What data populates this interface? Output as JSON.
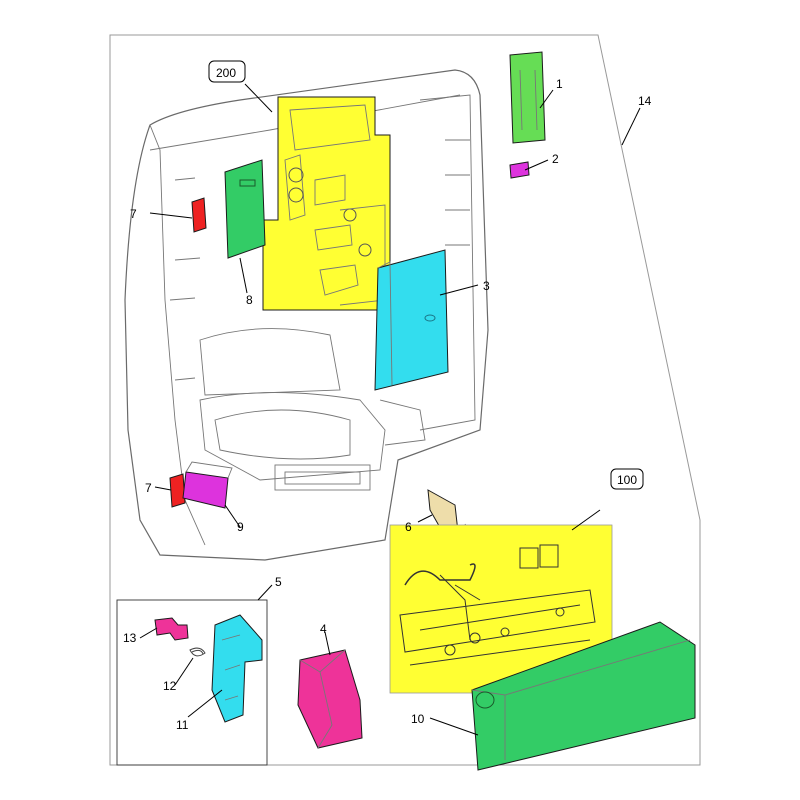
{
  "callouts": {
    "p1": "1",
    "p2": "2",
    "p3": "3",
    "p4": "4",
    "p5": "5",
    "p6": "6",
    "p7a": "7",
    "p7b": "7",
    "p8": "8",
    "p9": "9",
    "p10": "10",
    "p11": "11",
    "p12": "12",
    "p13": "13",
    "p14": "14",
    "a100": "100",
    "a200": "200"
  },
  "colors": {
    "yellow": "#ffff33",
    "green": "#33cc66",
    "light_green": "#66dd55",
    "cyan": "#33ddee",
    "magenta": "#dd33dd",
    "pink": "#ee3399",
    "red": "#ee2222",
    "tan": "#eeddaa"
  }
}
